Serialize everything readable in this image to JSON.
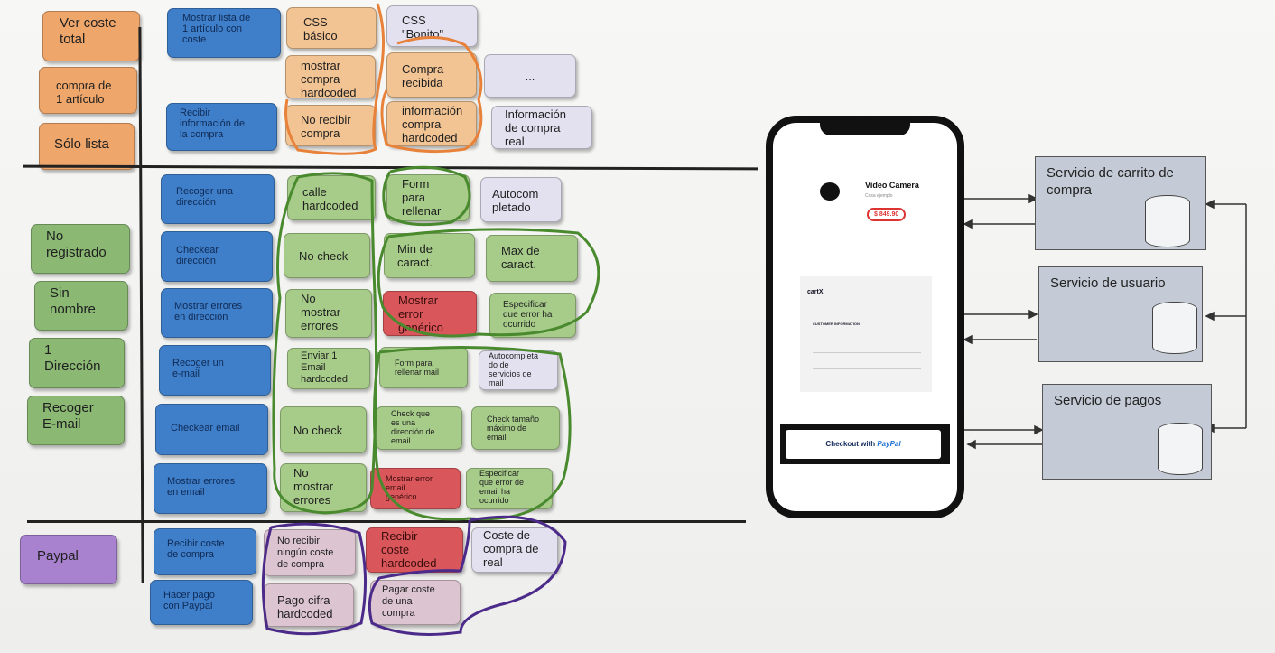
{
  "rows": {
    "left_col": [
      {
        "text": "Ver coste\ntotal"
      },
      {
        "text": "compra de\n1 artículo"
      },
      {
        "text": "Sólo lista"
      },
      {
        "text": "No\nregistrado"
      },
      {
        "text": "Sin\nnombre"
      },
      {
        "text": "1\nDirección"
      },
      {
        "text": "Recoger\nE-mail"
      },
      {
        "text": "Paypal"
      }
    ],
    "activities": [
      {
        "text": "Mostrar lista de\n1 artículo con\ncoste"
      },
      {
        "text": "Recibir\ninformación de\nla compra"
      },
      {
        "text": "Recoger una\ndirección"
      },
      {
        "text": "Checkear\ndirección"
      },
      {
        "text": "Mostrar errores\nen dirección"
      },
      {
        "text": "Recoger un\ne-mail"
      },
      {
        "text": "Checkear email"
      },
      {
        "text": "Mostrar errores\nen email"
      },
      {
        "text": "Recibir coste\nde compra"
      },
      {
        "text": "Hacer pago\ncon Paypal"
      }
    ],
    "tasks": [
      {
        "text": "CSS\nbásico"
      },
      {
        "text": "CSS\n\"Bonito\""
      },
      {
        "text": "mostrar\ncompra\nhardcoded"
      },
      {
        "text": "Compra\nrecibida"
      },
      {
        "text": "..."
      },
      {
        "text": "No recibir\ncompra"
      },
      {
        "text": "información\ncompra\nhardcoded"
      },
      {
        "text": "Información\nde compra\nreal"
      },
      {
        "text": "calle\nhardcoded"
      },
      {
        "text": "Form\npara\nrellenar"
      },
      {
        "text": "Autocom\npletado"
      },
      {
        "text": "No check"
      },
      {
        "text": "Min de\ncaract."
      },
      {
        "text": "Max de\ncaract."
      },
      {
        "text": "No\nmostrar\nerrores"
      },
      {
        "text": "Mostrar\nerror\ngenérico"
      },
      {
        "text": "Especificar\nque error ha\nocurrido"
      },
      {
        "text": "Enviar 1\nEmail\nhardcoded"
      },
      {
        "text": "Form para\nrellenar mail"
      },
      {
        "text": "Autocompleta\ndo de\nservicios de\nmail"
      },
      {
        "text": "No check"
      },
      {
        "text": "Check que\nes una\ndirección de\nemail"
      },
      {
        "text": "Check tamaño\nmáximo de\nemail"
      },
      {
        "text": "No\nmostrar\nerrores"
      },
      {
        "text": "Mostrar error\nemail\ngenérico"
      },
      {
        "text": "Especificar\nque error de\nemail ha\nocurrido"
      },
      {
        "text": "No recibir\nningún coste\nde compra"
      },
      {
        "text": "Recibir\ncoste\nhardcoded"
      },
      {
        "text": "Coste de\ncompra de\nreal"
      },
      {
        "text": "Pago cifra\nhardcoded"
      },
      {
        "text": "Pagar coste\nde una\ncompra"
      }
    ]
  },
  "phone": {
    "product_title": "Video Camera",
    "product_subtitle": "Cosa ejemplo",
    "price": "$ 849.90",
    "brand": "cartX",
    "section": "CUSTOMER INFORMATION",
    "checkout_label": "Checkout with",
    "paypal": "PayPal"
  },
  "services": [
    {
      "name": "Servicio de carrito de\ncompra"
    },
    {
      "name": "Servicio de usuario"
    },
    {
      "name": "Servicio de pagos"
    }
  ],
  "colors": {
    "orange": "#eea66b",
    "green": "#8bb974",
    "blue": "#3f7fc9",
    "red": "#d9575b",
    "purple": "#a882cf",
    "loop_orange": "#e8823a",
    "loop_green": "#4a8a2e",
    "loop_purple": "#4b2a8a"
  }
}
